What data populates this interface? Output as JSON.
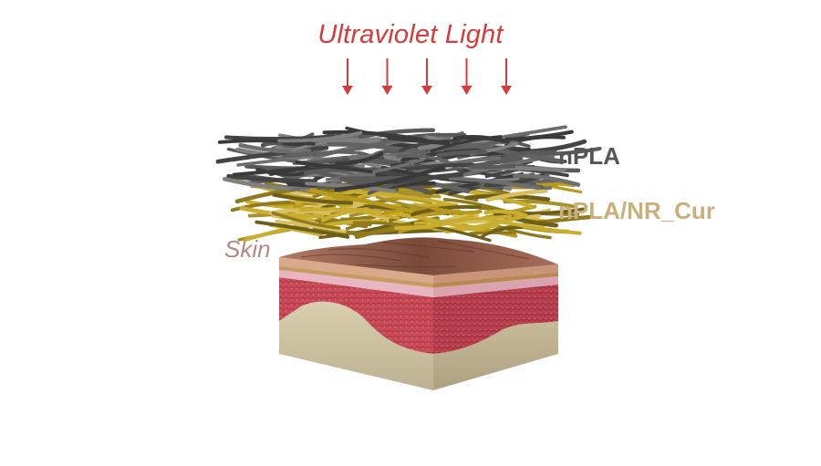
{
  "diagram": {
    "title": "Ultraviolet Light",
    "labels": {
      "npla": "nPLA",
      "npla_nr_cur": "nPLA/NR_Cur",
      "skin": "Skin"
    },
    "arrow_count": 5,
    "colors": {
      "uv": "#d63b3b",
      "npla_fiber": "#5a5a5a",
      "nr_cur_fiber": "#b89a1c",
      "npla_label": "#555555",
      "nr_cur_label": "#c9b07a",
      "skin_label": "#b58a84",
      "epidermis_top": "#8a5a48",
      "epidermis_side": "#d9a98a",
      "dermis_band": "#e8b6c2",
      "dermis": "#c94b5a",
      "hypodermis": "#cdc2a2"
    },
    "icons": [
      "arrow-down-icon"
    ]
  }
}
